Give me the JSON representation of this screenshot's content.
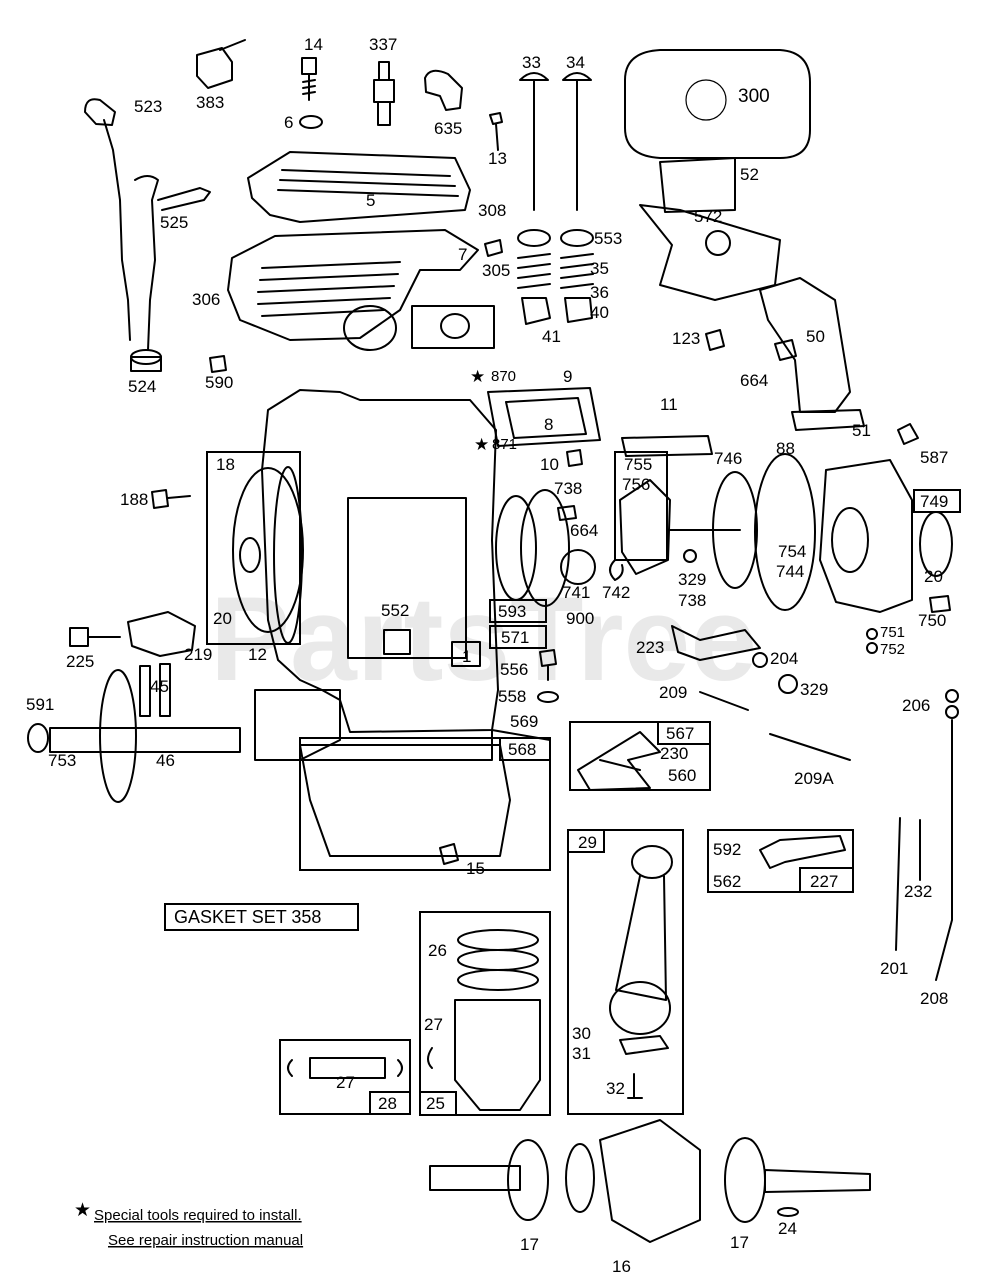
{
  "watermark": "PartsTree",
  "gasket_set": "GASKET SET 358",
  "notes": {
    "star": "★",
    "line1": "Special tools required to install.",
    "line2": "See repair instruction manual"
  },
  "labels": {
    "l14": "14",
    "l337": "337",
    "l33": "33",
    "l34": "34",
    "l300": "300",
    "l523": "523",
    "l383": "383",
    "l6": "6",
    "l635": "635",
    "l13": "13",
    "l52": "52",
    "l572": "572",
    "l525": "525",
    "l5": "5",
    "l308": "308",
    "l553": "553",
    "l7": "7",
    "l305": "305",
    "l35": "35",
    "l36": "36",
    "l306": "306",
    "l40": "40",
    "l41": "41",
    "l50": "50",
    "l123": "123",
    "l590": "590",
    "l870": "870",
    "l9": "9",
    "l524": "524",
    "l664a": "664",
    "l51": "51",
    "l11": "11",
    "l8": "8",
    "l88": "88",
    "l587": "587",
    "l18": "18",
    "l871": "871",
    "l10": "10",
    "l755": "755",
    "l746": "746",
    "l749": "749",
    "l188": "188",
    "l738a": "738",
    "l756": "756",
    "l664b": "664",
    "l754": "754",
    "l744": "744",
    "l20a": "20",
    "l329a": "329",
    "l738b": "738",
    "l741": "741",
    "l742": "742",
    "l20b": "20",
    "l593": "593",
    "l900": "900",
    "l750": "750",
    "l552": "552",
    "l571": "571",
    "l225": "225",
    "l219": "219",
    "l12": "12",
    "l1": "1",
    "l223": "223",
    "l751": "751",
    "l752": "752",
    "l204": "204",
    "l556": "556",
    "l45": "45",
    "l329b": "329",
    "l591": "591",
    "l558": "558",
    "l209": "209",
    "l206": "206",
    "l569": "569",
    "l567": "567",
    "l568": "568",
    "l753": "753",
    "l46": "46",
    "l230": "230",
    "l560": "560",
    "l209A": "209A",
    "l29": "29",
    "l15": "15",
    "l592": "592",
    "l562": "562",
    "l227": "227",
    "l232": "232",
    "l26": "26",
    "l201": "201",
    "l208": "208",
    "l27a": "27",
    "l30": "30",
    "l31": "31",
    "l27b": "27",
    "l28": "28",
    "l25": "25",
    "l32": "32",
    "l17a": "17",
    "l17b": "17",
    "l24": "24",
    "l16": "16"
  }
}
